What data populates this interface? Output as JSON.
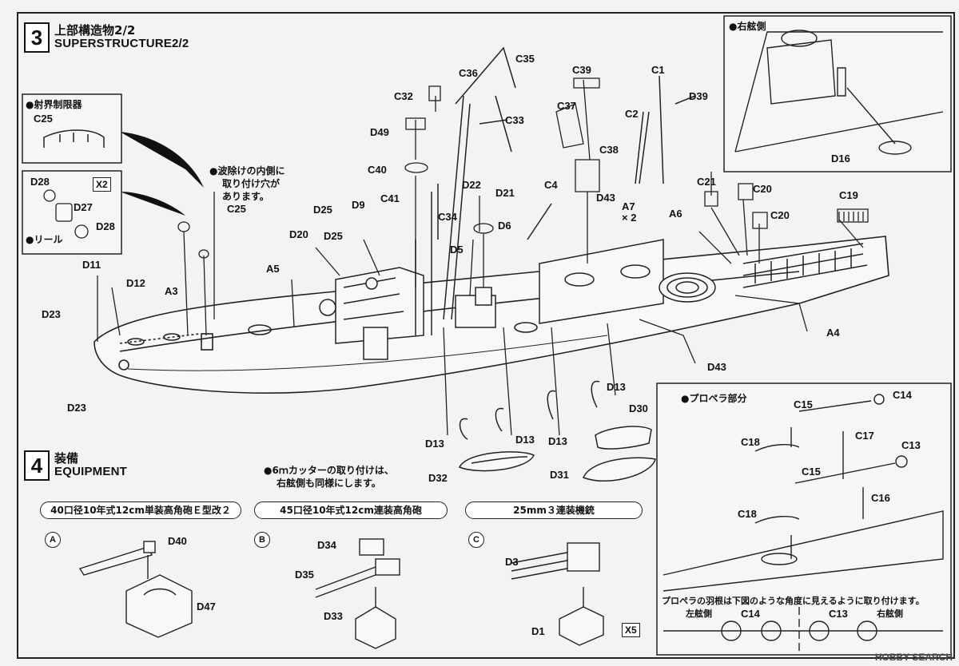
{
  "step3": {
    "number": "3",
    "title_jp": "上部構造物2/2",
    "title_en": "SUPERSTRUCTURE2/2"
  },
  "step4": {
    "number": "4",
    "title_jp": "装備",
    "title_en": "EQUIPMENT"
  },
  "insets": {
    "range_limiter": {
      "title": "●射界制限器",
      "part": "C25"
    },
    "reel": {
      "title": "●リール",
      "qty": "X2",
      "parts": [
        "D28",
        "D27",
        "D28"
      ]
    },
    "starboard": {
      "title": "●右舷側",
      "part": "D16"
    },
    "propeller": {
      "title": "●プロペラ部分",
      "parts": [
        "C15",
        "C14",
        "C17",
        "C18",
        "C13",
        "C15",
        "C16",
        "C18"
      ]
    },
    "propeller_note": "プロペラの羽根は下図のような角度に見えるように取り付けます。",
    "port_side": "左舷側",
    "starboard_side": "右舷側",
    "bottom_labels": [
      "C14",
      "C13"
    ]
  },
  "notes": {
    "breakwater": [
      "●波除けの内側に",
      "取り付け穴が",
      "あります。"
    ],
    "cutter": [
      "●6ｍカッターの取り付けは、",
      "右舷側も同様にします。"
    ]
  },
  "labels": {
    "C36": "C36",
    "C35": "C35",
    "C32": "C32",
    "C33": "C33",
    "D49": "D49",
    "C40": "C40",
    "C41": "C41",
    "C34": "C34",
    "C39": "C39",
    "C37": "C37",
    "C38": "C38",
    "C1": "C1",
    "C2": "C2",
    "D39": "D39",
    "D22": "D22",
    "D21": "D21",
    "D6": "D6",
    "D5": "D5",
    "C4": "C4",
    "D43a": "D43",
    "A7": "A7",
    "A7x": "× 2",
    "C21": "C21",
    "C20a": "C20",
    "C20b": "C20",
    "C19": "C19",
    "A6": "A6",
    "D25a": "D25",
    "D9": "D9",
    "D20": "D20",
    "D25b": "D25",
    "A5": "A5",
    "C25": "C25",
    "A3": "A3",
    "D11": "D11",
    "D12": "D12",
    "D23a": "D23",
    "D23b": "D23",
    "A4": "A4",
    "D43b": "D43",
    "D13a": "D13",
    "D13b": "D13",
    "D13c": "D13",
    "D13d": "D13",
    "D30": "D30",
    "D31": "D31",
    "D32": "D32"
  },
  "equipment": {
    "a": {
      "circle": "A",
      "title": "40口径10年式12cm単装高角砲Ｅ型改２",
      "parts": [
        "D40",
        "D47"
      ]
    },
    "b": {
      "circle": "B",
      "title": "45口径10年式12cm連装高角砲",
      "parts": [
        "D34",
        "D35",
        "D33"
      ]
    },
    "c": {
      "circle": "C",
      "title": "25mm３連装機銃",
      "parts": [
        "D3",
        "D1"
      ],
      "qty": "X5"
    }
  },
  "watermark": "HOBBY SEARCH"
}
